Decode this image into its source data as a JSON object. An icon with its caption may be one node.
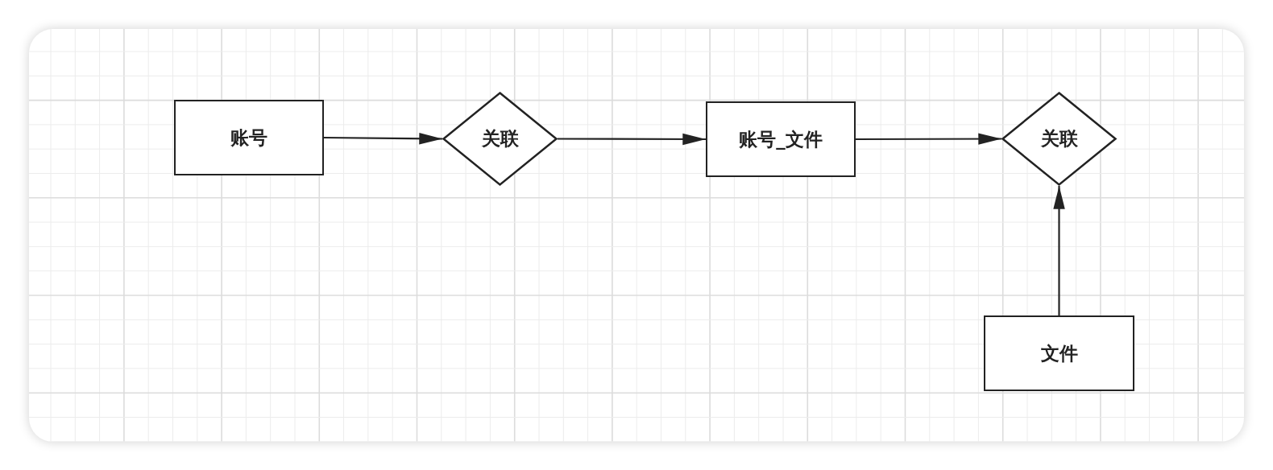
{
  "diagram": {
    "nodes": [
      {
        "text": [
          "账号"
        ]
      },
      {
        "text": [
          "关联"
        ]
      },
      {
        "text": [
          "账号_文件"
        ]
      },
      {
        "text": [
          "关联"
        ]
      },
      {
        "text": [
          "文件"
        ]
      }
    ],
    "edges": [
      {
        "from": 0,
        "to": 1,
        "arrow": "to"
      },
      {
        "from": 1,
        "to": 2,
        "arrow": "to"
      },
      {
        "from": 2,
        "to": 3,
        "arrow": "to"
      },
      {
        "from": 4,
        "to": 3,
        "arrow": "to"
      }
    ]
  }
}
